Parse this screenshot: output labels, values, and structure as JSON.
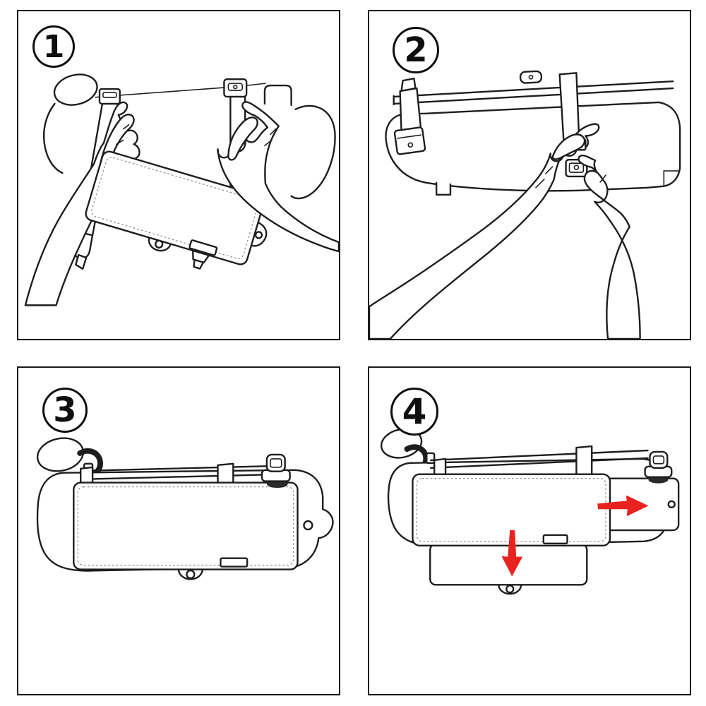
{
  "steps": [
    {
      "label": "1"
    },
    {
      "label": "2"
    },
    {
      "label": "3"
    },
    {
      "label": "4"
    }
  ],
  "colors": {
    "background": "#ffffff",
    "line": "#1d1d1d",
    "panel_border": "#1a1a1a",
    "stitch_gray": "#8f8f8f",
    "arrow_red": "#e8221f"
  },
  "icons": {
    "slide_right_arrow": "arrow-right-icon",
    "pull_down_arrow": "arrow-down-icon"
  }
}
